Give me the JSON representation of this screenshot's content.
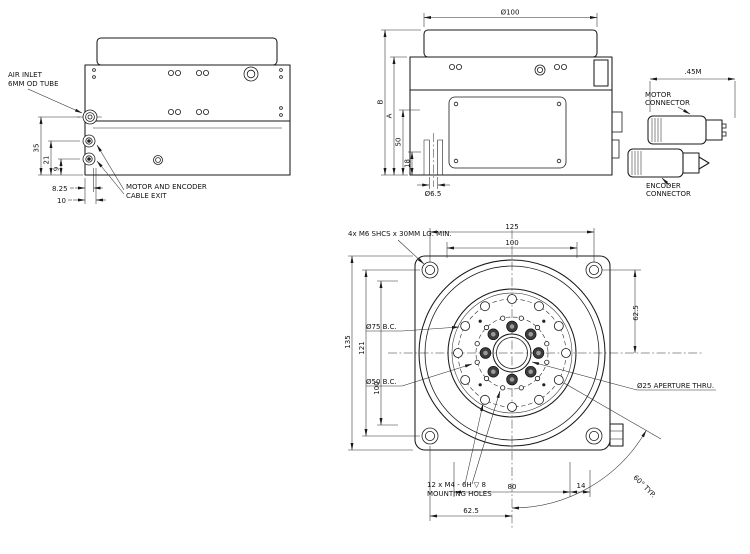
{
  "sheet": {
    "background": "#ffffff",
    "line_color": "#1a1a1a",
    "dim_color": "#2b2b2b",
    "screw_fill": "#3d3d3d"
  },
  "views": {
    "front": {
      "labels": {
        "air_inlet": [
          "AIR INLET",
          "6MM OD TUBE"
        ],
        "cable_exit": [
          "MOTOR AND ENCODER",
          "CABLE EXIT"
        ]
      },
      "dims": {
        "air_height": "35",
        "motor_height": "21",
        "encoder_height": "9",
        "offset_small": "8.25",
        "offset_large": "10"
      }
    },
    "side": {
      "labels": {
        "motor_connector": [
          "MOTOR",
          "CONNECTOR"
        ],
        "encoder_connector": [
          "ENCODER",
          "CONNECTOR"
        ]
      },
      "dims": {
        "platter_dia": "Ø100",
        "overall_height": "B",
        "body_height": "A",
        "mid_height": "50",
        "foot_height": "18",
        "tap_hole": "Ø6.5",
        "cable_length": ".45M"
      }
    },
    "plan": {
      "labels": {
        "corner_screws": "4x M6 SHCS x 30MM LG. MIN.",
        "bolt_circle_75": "Ø75 B.C.",
        "bolt_circle_50": "Ø50 B.C.",
        "aperture": "Ø25 APERTURE THRU.",
        "mounting_holes": [
          "12 x M4 - 6H ▽ 8",
          "MOUNTING HOLES"
        ]
      },
      "dims": {
        "width_125": "125",
        "width_100": "100",
        "height_135": "135",
        "height_121": "121",
        "height_100": "100",
        "right_62_5": "62.5",
        "bottom_80": "80",
        "bottom_14": "14",
        "bottom_62_5": "62.5",
        "angle_60": "60° TYP."
      }
    }
  }
}
